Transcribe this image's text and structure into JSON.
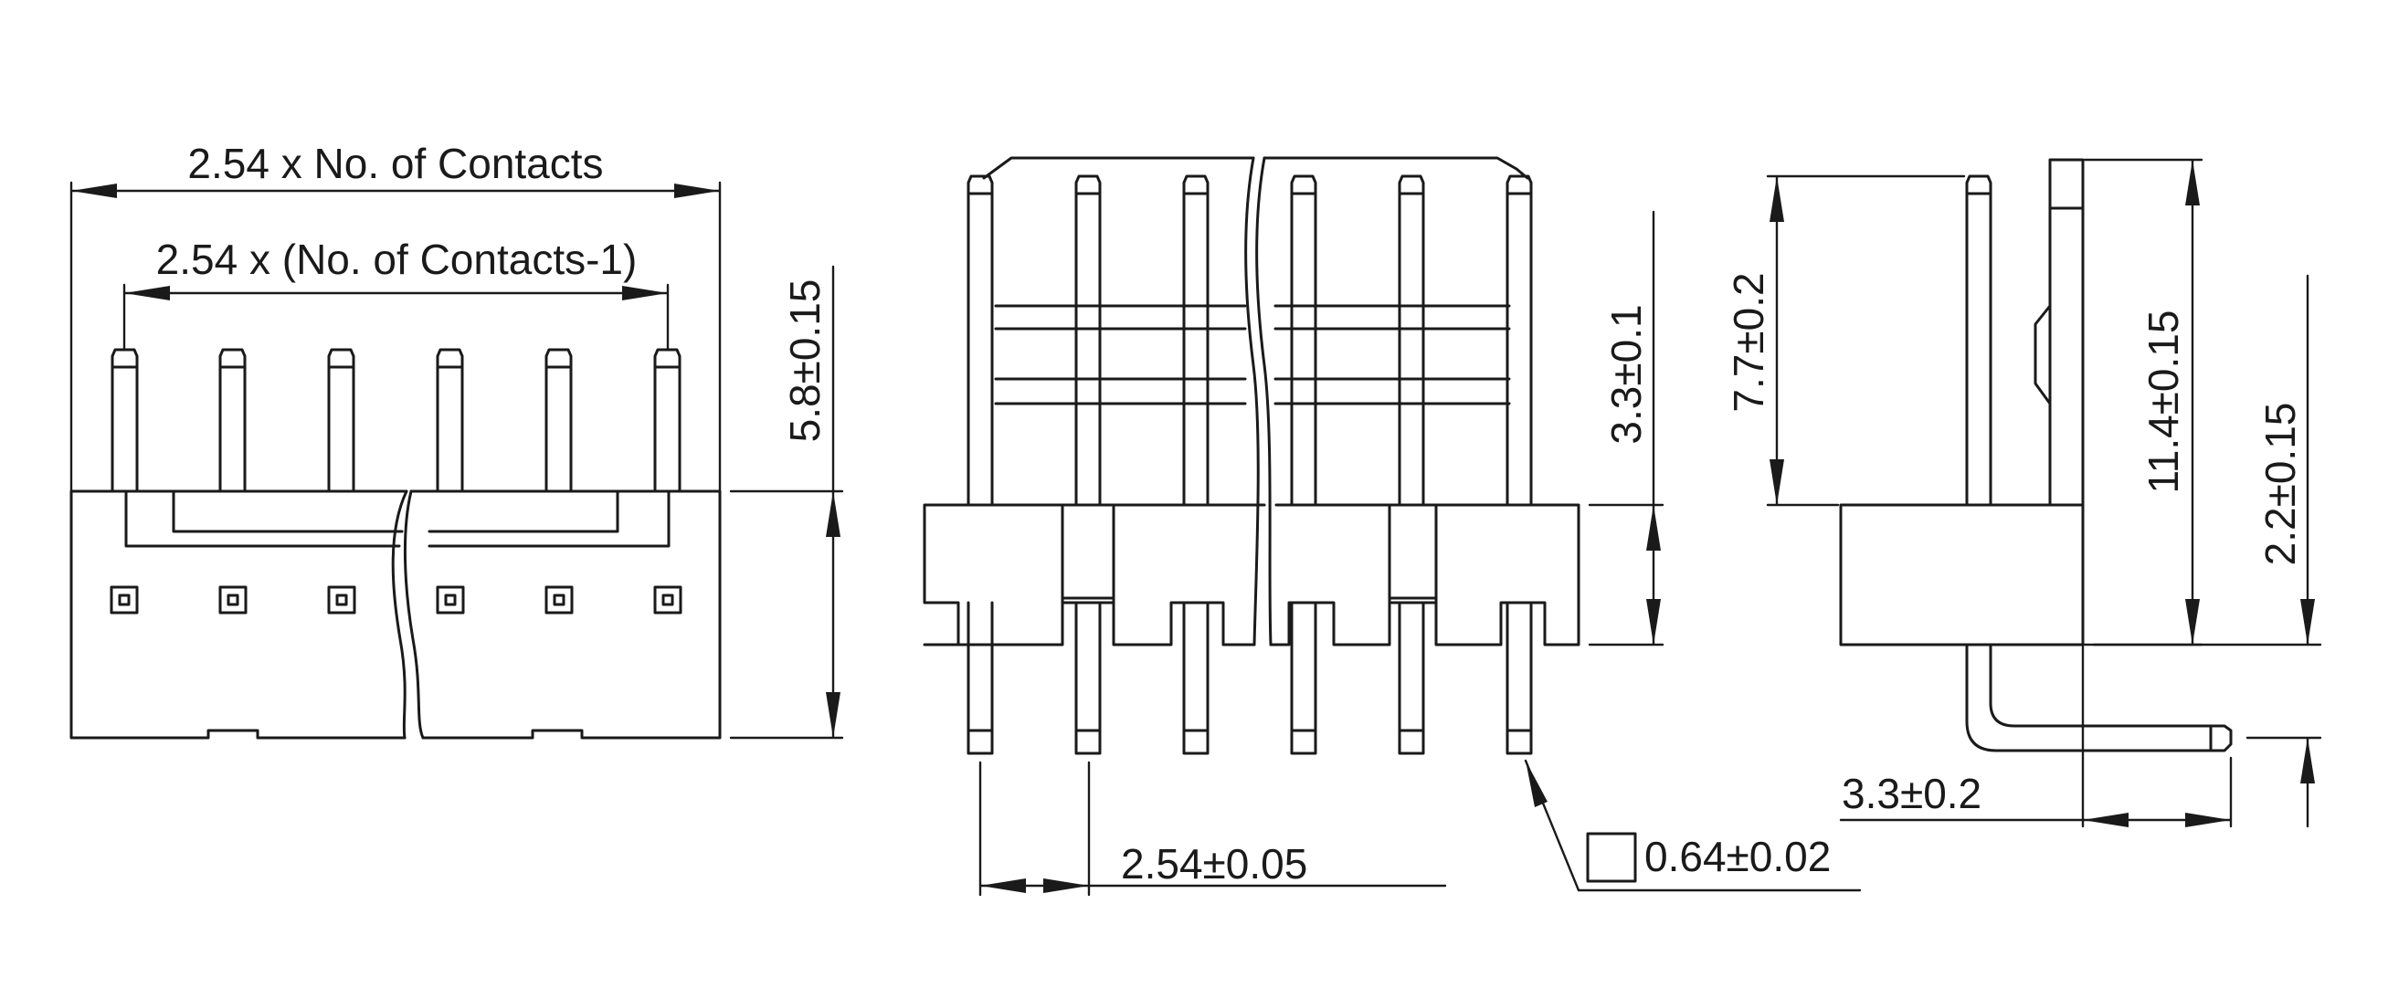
{
  "front_view": {
    "overall_width_label": "2.54 x No. of Contacts",
    "pitch_span_label": "2.54 x (No. of Contacts-1)",
    "height_label": "5.8±0.15"
  },
  "side_section_view": {
    "pin_above_label": "3.3±0.1",
    "pitch_label": "2.54±0.05",
    "pin_size_label": "0.64±0.02"
  },
  "profile_view": {
    "pin_length_label": "7.7±0.2",
    "overall_height_label": "11.4±0.15",
    "lead_height_label": "2.2±0.15",
    "lead_offset_label": "3.3±0.2"
  }
}
